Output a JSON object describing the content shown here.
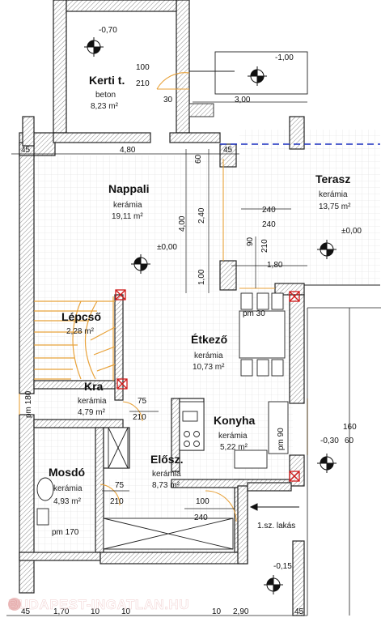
{
  "rooms": {
    "kerti": {
      "name": "Kerti t.",
      "floor": "beton",
      "area": "8,23 m²"
    },
    "nappali": {
      "name": "Nappali",
      "floor": "kerámia",
      "area": "19,11 m²"
    },
    "terasz": {
      "name": "Terasz",
      "floor": "kerámia",
      "area": "13,75 m²"
    },
    "lepcso": {
      "name": "Lépcső",
      "area": "2,28 m²"
    },
    "etkezo": {
      "name": "Étkező",
      "floor": "kerámia",
      "area": "10,73 m²"
    },
    "kra": {
      "name": "Kra",
      "floor": "kerámia",
      "area": "4,79 m²"
    },
    "konyha": {
      "name": "Konyha",
      "floor": "kerámia",
      "area": "5,22 m²"
    },
    "eloszoba": {
      "name": "Elősz.",
      "floor": "kerámia",
      "area": "8,73 m²"
    },
    "mosdo": {
      "name": "Mosdó",
      "floor": "kerámia",
      "area": "4,93 m²"
    }
  },
  "levels": {
    "kerti": "-0,70",
    "kerti_right": "-1,00",
    "nappali": "±0,00",
    "terasz": "±0,00",
    "right_side": "-0,30",
    "bottom_right": "-0,15"
  },
  "dims": {
    "d100_top": "100",
    "d210_top": "210",
    "d30": "30",
    "d300": "3,00",
    "d45_left": "45",
    "d480": "4,80",
    "d45_mid": "45",
    "d60": "60",
    "d400": "4,00",
    "d240_v": "2,40",
    "d100_v": "1,00",
    "d240_a": "240",
    "d240_b": "240",
    "d90_v": "90",
    "d210_v": "210",
    "d180": "1,80",
    "pm30": "pm 30",
    "pm180": "pm 180",
    "d75_kra": "75",
    "d210_kra": "210",
    "pm90": "pm 90",
    "d160": "160",
    "d60_r": "60",
    "d75_m": "75",
    "d210_m": "210",
    "d100_e": "100",
    "d240_e": "240",
    "pm170": "pm 170",
    "b45": "45",
    "b170": "1,70",
    "b10a": "10",
    "b10b": "10",
    "b10c": "10",
    "b290": "2,90",
    "b45r": "45"
  },
  "entrance": "1.sz. lakás",
  "watermark": "BUDAPEST-INGATLAN.HU",
  "colors": {
    "wall": "#222222",
    "hatch": "#9a9a9a",
    "tile": "#dcdcdc",
    "stair": "#e8a23a",
    "door": "#e8a23a",
    "terrace": "#1a2fbf",
    "marker": "#d01818"
  }
}
